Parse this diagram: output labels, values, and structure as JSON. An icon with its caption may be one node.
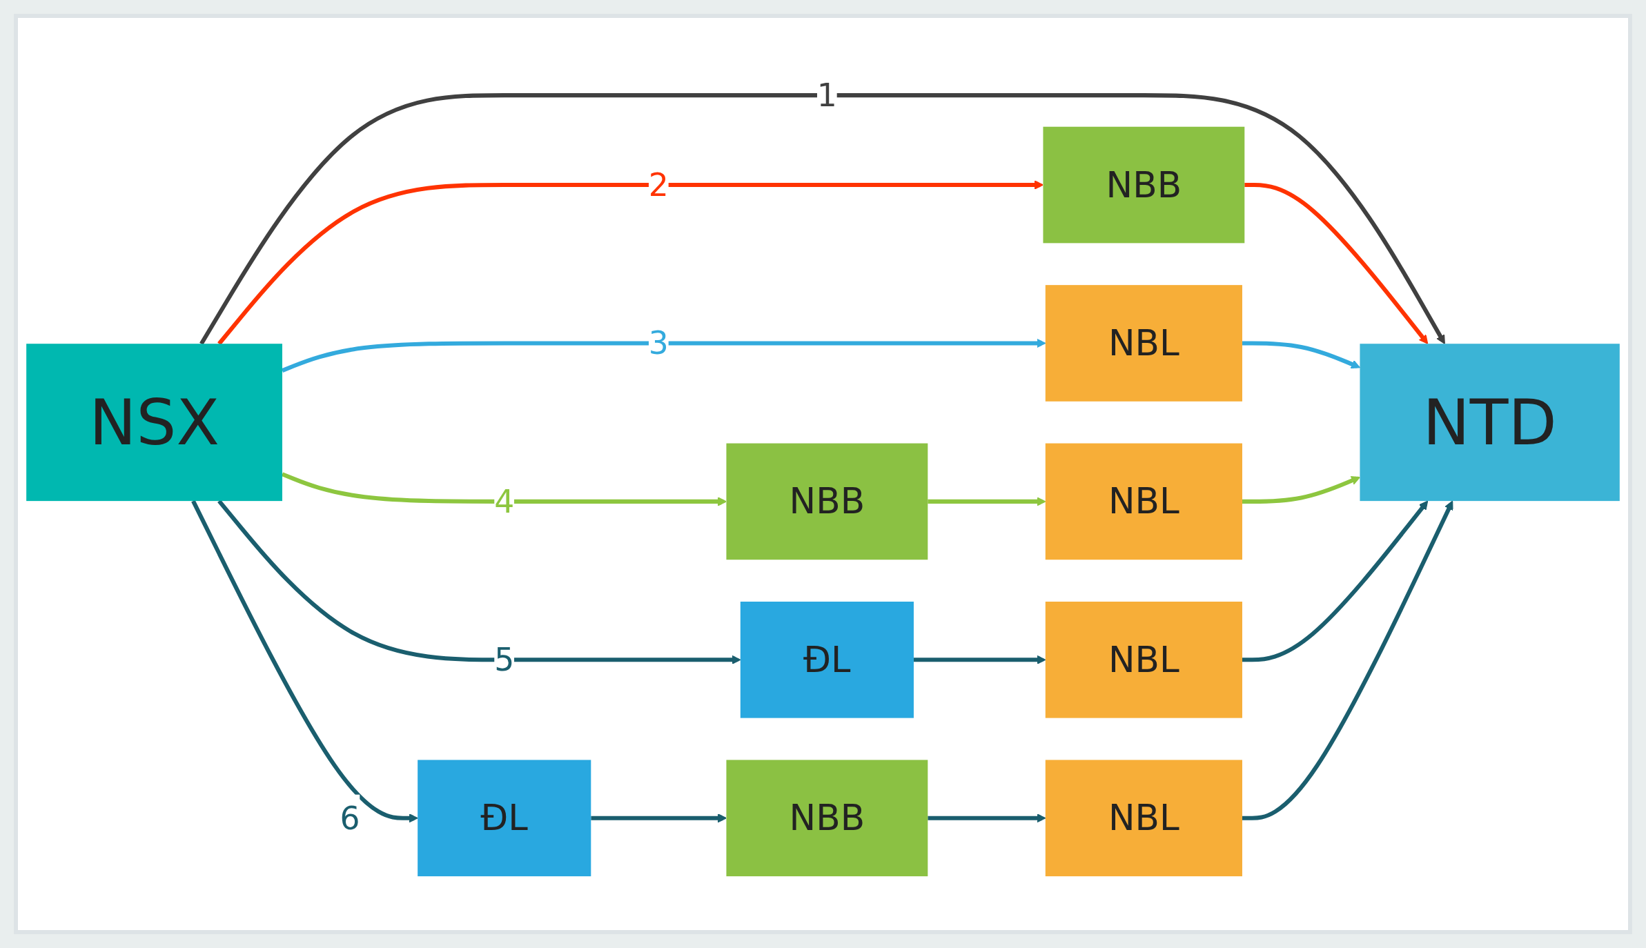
{
  "diagram": {
    "nodes": [
      {
        "text": [
          "NSX"
        ]
      },
      {
        "text": [
          "NBB"
        ]
      },
      {
        "text": [
          "NBL"
        ]
      },
      {
        "text": [
          "NBB"
        ]
      },
      {
        "text": [
          "NBL"
        ]
      },
      {
        "text": [
          "ĐL"
        ]
      },
      {
        "text": [
          "NBL"
        ]
      },
      {
        "text": [
          "ĐL"
        ]
      },
      {
        "text": [
          "NBB"
        ]
      },
      {
        "text": [
          "NBL"
        ]
      },
      {
        "text": [
          "NTD"
        ]
      }
    ],
    "edges": [
      {
        "from": 0,
        "to": 10,
        "arrow": "to",
        "label": "1",
        "color": "#404040"
      },
      {
        "from": 0,
        "to": 1,
        "arrow": "to",
        "label": "2",
        "color": "#ff3300"
      },
      {
        "from": 1,
        "to": 10,
        "arrow": "to",
        "color": "#ff3300"
      },
      {
        "from": 0,
        "to": 2,
        "arrow": "to",
        "label": "3",
        "color": "#33aadd"
      },
      {
        "from": 2,
        "to": 10,
        "arrow": "to",
        "color": "#33aadd"
      },
      {
        "from": 0,
        "to": 3,
        "arrow": "to",
        "label": "4",
        "color": "#8dc63f"
      },
      {
        "from": 3,
        "to": 4,
        "arrow": "to",
        "color": "#8dc63f"
      },
      {
        "from": 4,
        "to": 10,
        "arrow": "to",
        "color": "#8dc63f"
      },
      {
        "from": 0,
        "to": 5,
        "arrow": "to",
        "label": "5"
      },
      {
        "from": 5,
        "to": 6,
        "arrow": "to"
      },
      {
        "from": 6,
        "to": 10,
        "arrow": "to"
      },
      {
        "from": 0,
        "to": 7,
        "arrow": "to",
        "label": "6"
      },
      {
        "from": 7,
        "to": 8,
        "arrow": "to"
      },
      {
        "from": 8,
        "to": 9,
        "arrow": "to"
      },
      {
        "from": 9,
        "to": 10,
        "arrow": "to"
      }
    ]
  }
}
